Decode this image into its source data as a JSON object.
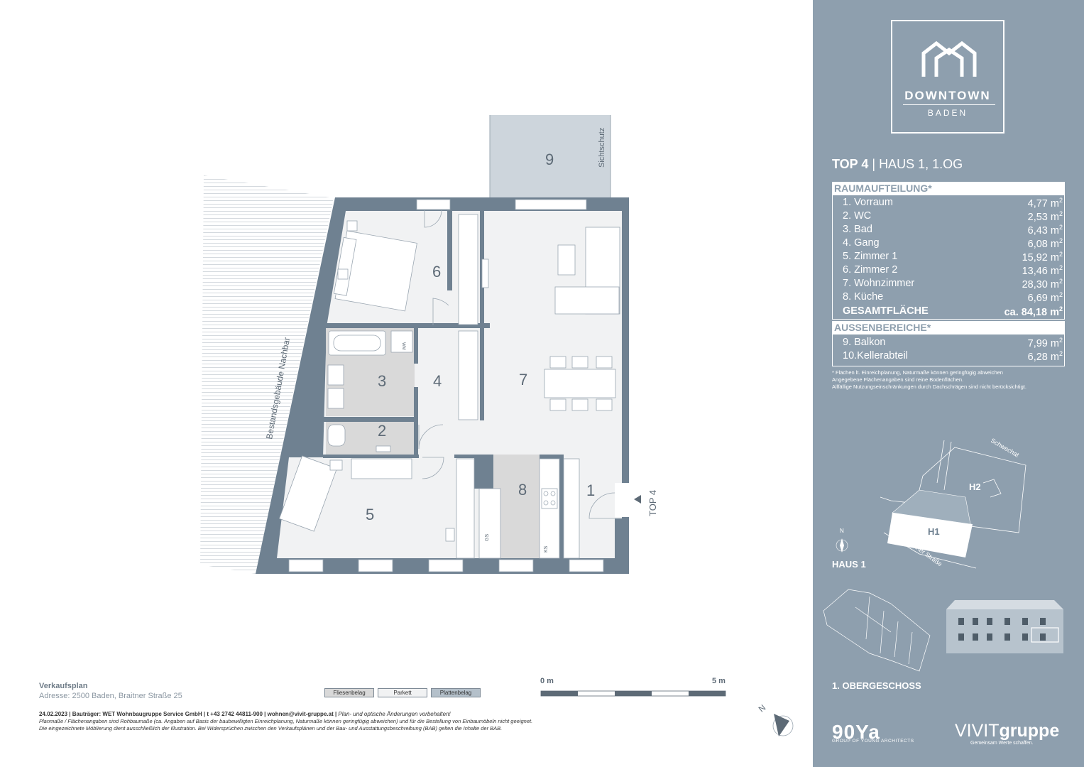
{
  "brand": {
    "logo_word": "DOWNTOWN",
    "logo_sub": "BADEN",
    "accent_color": "#8e9fae",
    "wall_color": "#6f8191"
  },
  "unit": {
    "top_label": "TOP 4",
    "house_floor": "HAUS 1, 1.OG"
  },
  "raumaufteilung": {
    "heading": "RAUMAUFTEILUNG*",
    "rows": [
      {
        "name": "1.  Vorraum",
        "area": "4,77 m"
      },
      {
        "name": "2.  WC",
        "area": "2,53 m"
      },
      {
        "name": "3.  Bad",
        "area": "6,43 m"
      },
      {
        "name": "4.  Gang",
        "area": "6,08 m"
      },
      {
        "name": "5.  Zimmer 1",
        "area": "15,92 m"
      },
      {
        "name": "6.  Zimmer 2",
        "area": "13,46 m"
      },
      {
        "name": "7. Wohnzimmer",
        "area": "28,30 m"
      },
      {
        "name": "8. Küche",
        "area": "6,69 m"
      }
    ],
    "total_label": "GESAMTFLÄCHE",
    "total_value": "ca. 84,18 m"
  },
  "aussenbereiche": {
    "heading": "AUSSENBEREICHE*",
    "rows": [
      {
        "name": "9.  Balkon",
        "area": "7,99 m"
      },
      {
        "name": "10.Kellerabteil",
        "area": "6,28 m"
      }
    ]
  },
  "sup2": "2",
  "footnote": [
    "* Flächen lt. Einreichplanung, Naturmaße können geringfügig abweichen",
    "  Angegebene Flächenangaben sind reine Bodenflächen.",
    "  Allfällige Nutzungseinschränkungen durch Dachschrägen sind nicht berücksichtigt."
  ],
  "site_plan": {
    "river": "Schwechat",
    "street": "Braitner Straße",
    "h1": "H1",
    "h2": "H2",
    "north": "N",
    "haus": "HAUS 1"
  },
  "floor_label": "1. OBERGESCHOSS",
  "goya": {
    "name": "90Ya",
    "sub": "GROUP OF YOUNG ARCHITECTS"
  },
  "vivit": {
    "name_a": "VIVIT",
    "name_b": "gruppe",
    "sub": "Gemeinsam Werte schaffen."
  },
  "plan": {
    "rooms": {
      "r1": "1",
      "r2": "2",
      "r3": "3",
      "r4": "4",
      "r5": "5",
      "r6": "6",
      "r7": "7",
      "r8": "8",
      "r9": "9"
    },
    "sichtschutz": "Sichtschutz",
    "neighbor": "Bestandsgebäude Nachbar",
    "entrance": "TOP 4",
    "gs": "GS",
    "ks": "KS",
    "wm": "WM"
  },
  "footer": {
    "title": "Verkaufsplan",
    "address": "Adresse: 2500 Baden, Braitner Straße 25",
    "legend": [
      "Fliesenbelag",
      "Parkett",
      "Plattenbelag"
    ],
    "legend_colors": [
      "#d9d9d9",
      "#f1f2f3",
      "#b4c0ca"
    ],
    "scale_start": "0 m",
    "scale_end": "5 m",
    "legal_bold": "24.02.2023 | Bauträger: WET Wohnbaugruppe Service GmbH | t +43 2742 44811-900 | wohnen@vivit-gruppe.at |",
    "legal_italic": " Plan- und optische Änderungen vorbehalten!",
    "legal2": "Planmaße / Flächenangaben sind Rohbaumaße (ca. Angaben auf Basis der baubewilligten Einreichplanung, Naturmaße können geringfügig abweichen) und für die Bestellung von Einbaumöbeln nicht geeignet.",
    "legal3": "Die eingezeichnete Möblierung dient ausschließlich der Illustration. Bei Widersprüchen zwischen den Verkaufsplänen und der Bau- und Ausstattungsbeschreibung (BAB) gelten die Inhalte der BAB."
  }
}
